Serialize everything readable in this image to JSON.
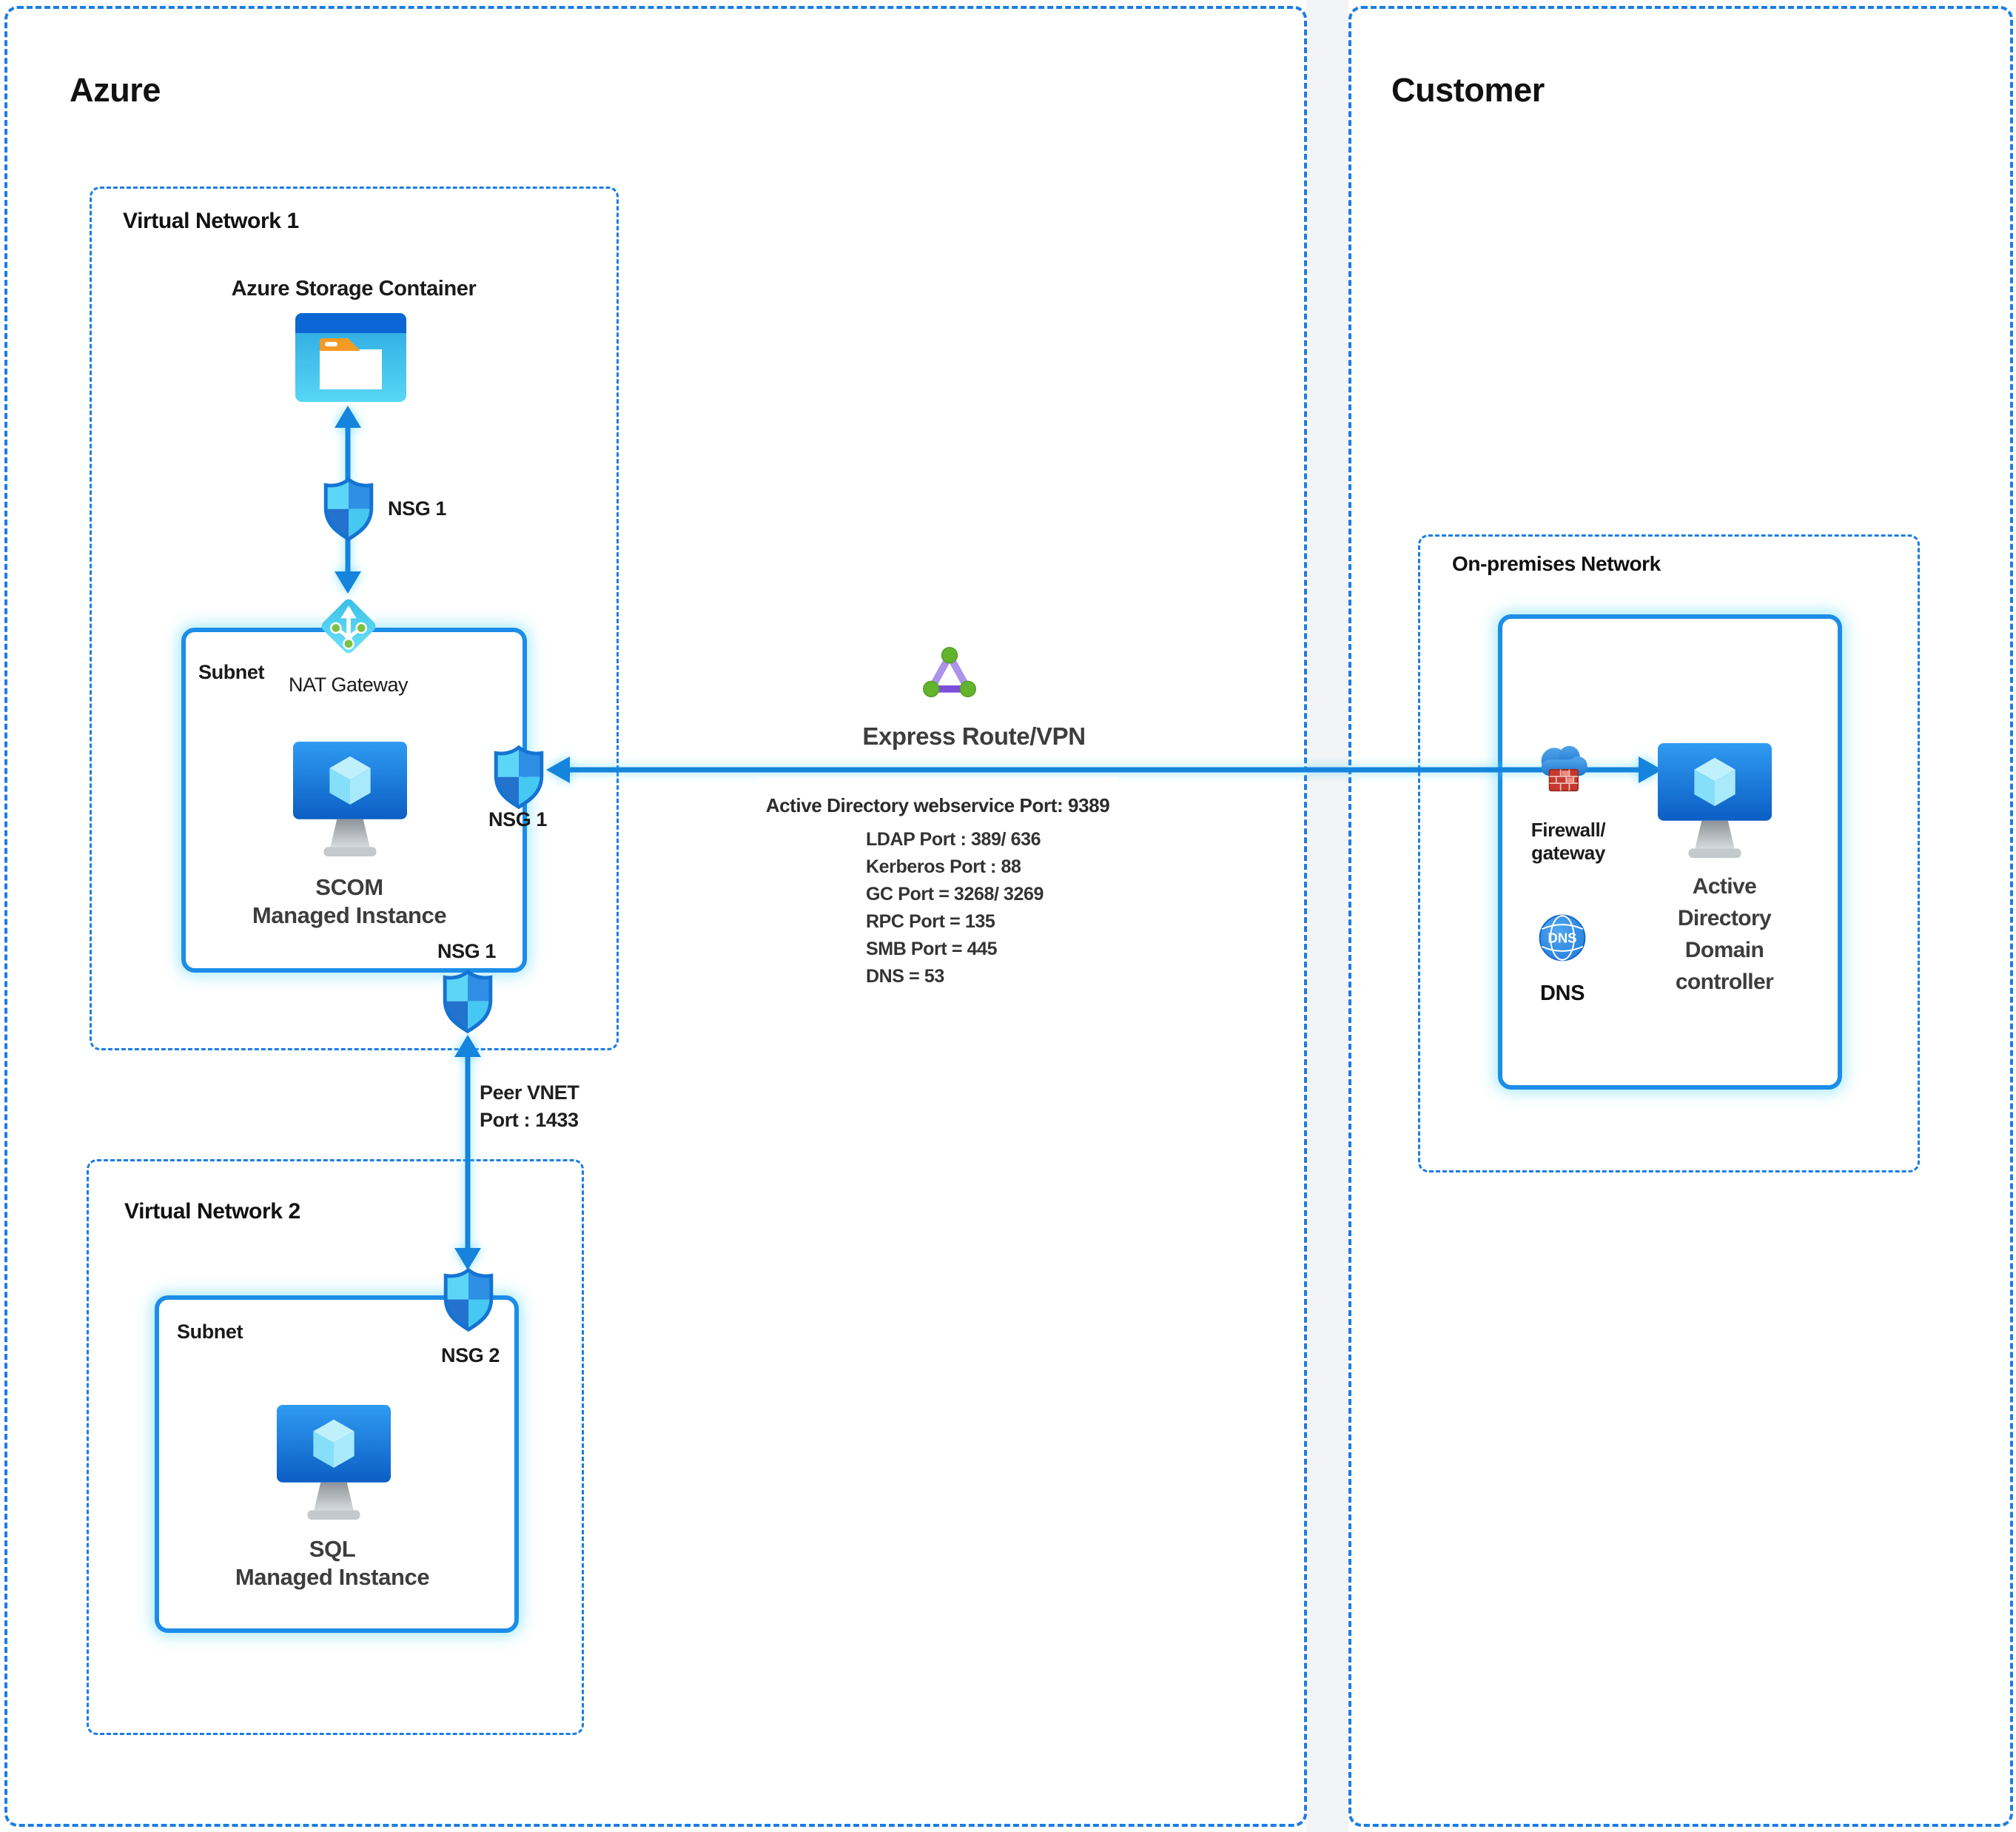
{
  "azure": {
    "title": "Azure",
    "vnet1": {
      "label": "Virtual Network 1",
      "storage_label": "Azure Storage Container",
      "nsg_top_label": "NSG 1",
      "nat_gateway_label": "NAT Gateway",
      "subnet_label": "Subnet",
      "scom_line1": "SCOM",
      "scom_line2": "Managed Instance",
      "nsg_right_label": "NSG 1",
      "nsg_bottom_label": "NSG 1"
    },
    "peer_link": {
      "line1": "Peer VNET",
      "line2": "Port : 1433"
    },
    "vnet2": {
      "label": "Virtual Network 2",
      "subnet_label": "Subnet",
      "nsg_label": "NSG 2",
      "sql_line1": "SQL",
      "sql_line2": "Managed Instance"
    }
  },
  "connection": {
    "express_route_label": "Express Route/VPN",
    "ad_webservice_label": "Active Directory webservice Port: 9389",
    "ports": [
      "LDAP Port : 389/ 636",
      "Kerberos Port : 88",
      "GC Port = 3268/ 3269",
      "RPC Port = 135",
      "SMB Port = 445",
      "DNS = 53"
    ]
  },
  "customer": {
    "title": "Customer",
    "onprem": {
      "label": "On-premises Network",
      "firewall_lines": [
        "Firewall/",
        "gateway"
      ],
      "dns_icon_text": "DNS",
      "dns_label": "DNS",
      "adc_lines": [
        "Active",
        "Directory",
        "Domain",
        "controller"
      ]
    }
  },
  "colors": {
    "dashed_border_blue": "#1B7DE4",
    "solid_box_blue": "#1C8DE8",
    "arrow_blue": "#1584DC",
    "glow_cyan": "#60DCFA",
    "shield_light_cyan": "#5CD6F7",
    "shield_mid_blue": "#2F8FE4",
    "express_purple": "#7B4FD8",
    "express_green": "#63B42D",
    "firewall_red": "#C63A2E",
    "storage_orange": "#F59A23",
    "monitor_screen_blue": "#0C5EC4",
    "dns_circle_blue": "#1D78D8"
  }
}
